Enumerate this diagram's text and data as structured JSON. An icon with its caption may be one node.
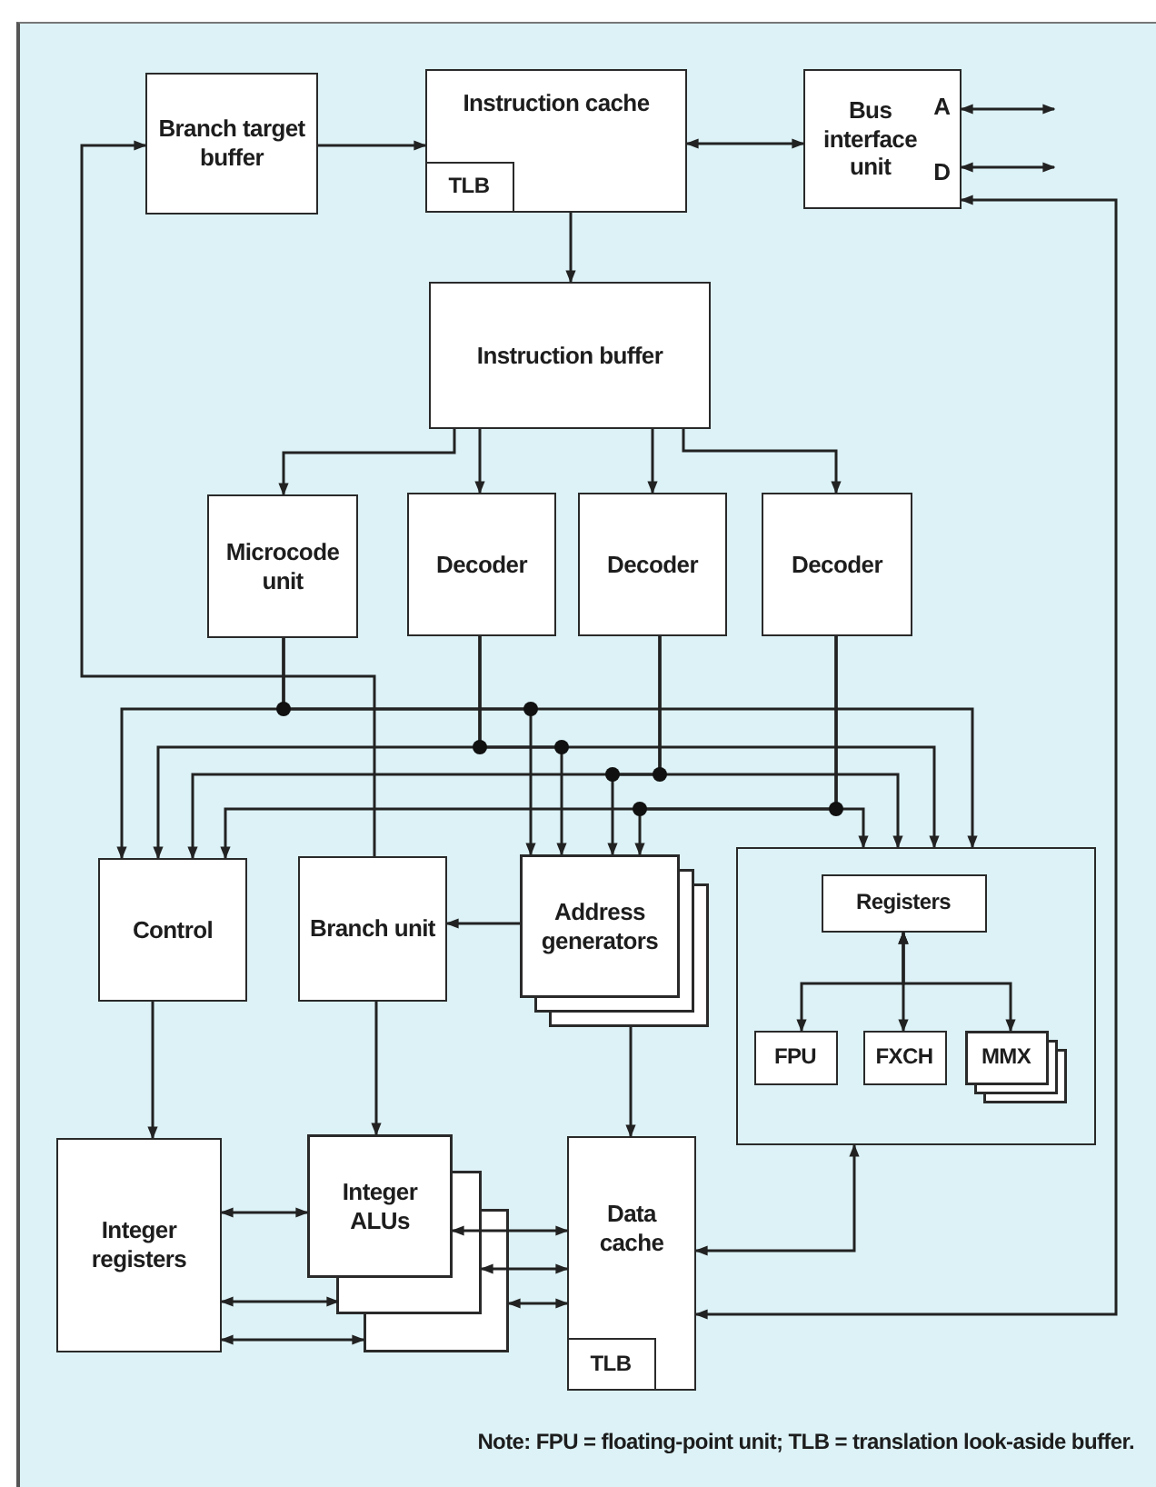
{
  "diagram": {
    "nodes": [
      {
        "text": [
          "Branch target buffer"
        ]
      },
      {
        "text": [
          "Instruction cache"
        ]
      },
      {
        "text": [
          "TLB"
        ],
        "in": 1
      },
      {
        "text": [
          "Bus interface unit",
          "A",
          "D"
        ]
      },
      {
        "text": [
          "Instruction buffer"
        ]
      },
      {
        "text": [
          "Microcode unit"
        ]
      },
      {
        "text": [
          "Decoder"
        ]
      },
      {
        "text": [
          "Decoder"
        ]
      },
      {
        "text": [
          "Decoder"
        ]
      },
      {
        "text": [
          "Control"
        ]
      },
      {
        "text": [
          "Branch unit"
        ]
      },
      {
        "text": [
          "Address generators"
        ]
      },
      {
        "text": [],
        "shape": "box"
      },
      {
        "text": [
          "Registers"
        ],
        "in": 12
      },
      {
        "text": [
          "FPU"
        ],
        "in": 12
      },
      {
        "text": [
          "FXCH"
        ],
        "in": 12
      },
      {
        "text": [
          "MMX"
        ],
        "in": 12
      },
      {
        "text": [
          "Integer registers"
        ]
      },
      {
        "text": [
          "Integer ALUs"
        ]
      },
      {
        "text": [
          "Data cache"
        ]
      },
      {
        "text": [
          "TLB"
        ],
        "in": 19
      }
    ],
    "edges": [
      {
        "from": 0,
        "to": 1,
        "arrow": "to"
      },
      {
        "from": 1,
        "to": 3,
        "arrow": "both"
      },
      {
        "from": 3,
        "to": null,
        "arrow": "both"
      },
      {
        "from": 3,
        "to": null,
        "arrow": "both"
      },
      {
        "from": 1,
        "to": 4,
        "arrow": "to"
      },
      {
        "from": 4,
        "to": 5,
        "arrow": "to"
      },
      {
        "from": 4,
        "to": 6,
        "arrow": "to"
      },
      {
        "from": 4,
        "to": 7,
        "arrow": "to"
      },
      {
        "from": 4,
        "to": 8,
        "arrow": "to"
      },
      {
        "from": 10,
        "to": 0,
        "arrow": "to"
      },
      {
        "from": 19,
        "to": 3,
        "arrow": "both"
      },
      {
        "from": 5,
        "to": 9,
        "arrow": "to"
      },
      {
        "from": 5,
        "to": 11,
        "arrow": "to"
      },
      {
        "from": 5,
        "to": 12,
        "arrow": "to"
      },
      {
        "from": 6,
        "to": 9,
        "arrow": "to"
      },
      {
        "from": 6,
        "to": 11,
        "arrow": "to"
      },
      {
        "from": 6,
        "to": 12,
        "arrow": "to"
      },
      {
        "from": 7,
        "to": 9,
        "arrow": "to"
      },
      {
        "from": 7,
        "to": 11,
        "arrow": "to"
      },
      {
        "from": 7,
        "to": 12,
        "arrow": "to"
      },
      {
        "from": 8,
        "to": 9,
        "arrow": "to"
      },
      {
        "from": 8,
        "to": 11,
        "arrow": "to"
      },
      {
        "from": 8,
        "to": 12,
        "arrow": "to"
      },
      {
        "from": 11,
        "to": 10,
        "arrow": "to"
      },
      {
        "from": 11,
        "to": 19,
        "arrow": "to"
      },
      {
        "from": 9,
        "to": 17,
        "arrow": "to"
      },
      {
        "from": 10,
        "to": 18,
        "arrow": "to"
      },
      {
        "from": 13,
        "to": 14,
        "arrow": "both"
      },
      {
        "from": 13,
        "to": 15,
        "arrow": "both"
      },
      {
        "from": 13,
        "to": 16,
        "arrow": "both"
      },
      {
        "from": 12,
        "to": 19,
        "arrow": "both"
      },
      {
        "from": 17,
        "to": 18,
        "arrow": "both"
      },
      {
        "from": 17,
        "to": 18,
        "arrow": "both"
      },
      {
        "from": 17,
        "to": 18,
        "arrow": "both"
      },
      {
        "from": 18,
        "to": 19,
        "arrow": "both"
      },
      {
        "from": 18,
        "to": 19,
        "arrow": "both"
      },
      {
        "from": 18,
        "to": 19,
        "arrow": "both"
      }
    ],
    "labels": [
      "Note: FPU = floating-point unit; TLB = translation look-aside buffer."
    ]
  }
}
